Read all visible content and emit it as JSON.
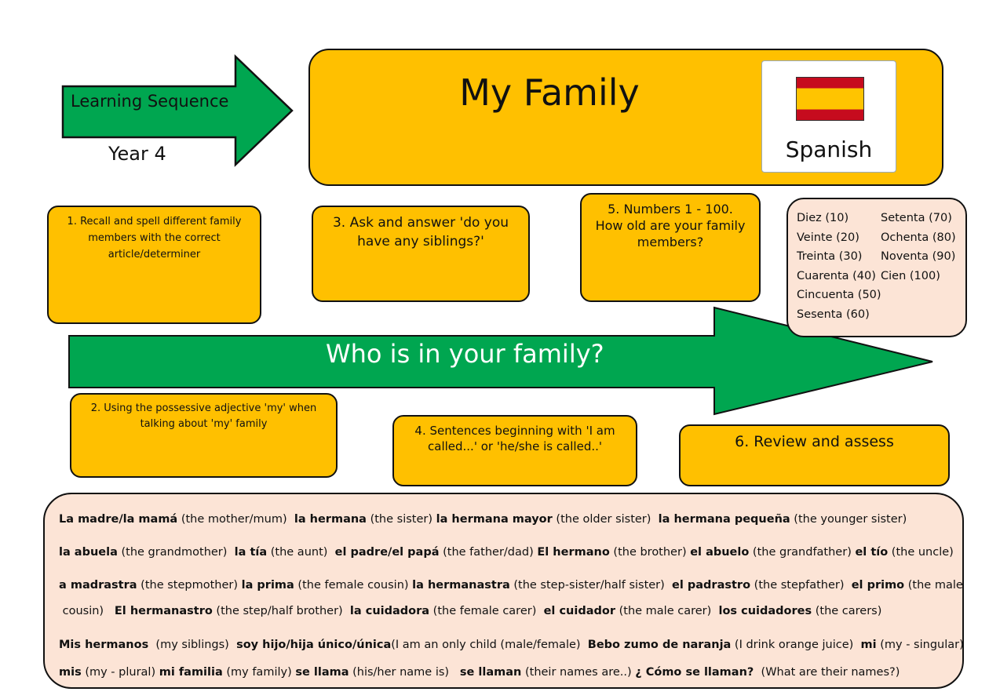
{
  "header": {
    "sequence_label": "Learning Sequence",
    "year_label": "Year 4",
    "title": "My Family",
    "language_label": "Spanish"
  },
  "colors": {
    "accent_orange": "#FFC000",
    "arrow_green": "#00A650",
    "panel_pink": "#FCE4D6"
  },
  "main_arrow_label": "Who is in your family?",
  "steps": [
    {
      "text": "1.        Recall and spell different family members with the correct article/determiner"
    },
    {
      "text": "2. Using the possessive adjective 'my' when talking about 'my' family"
    },
    {
      "text": "3. Ask and answer 'do you have any siblings?'"
    },
    {
      "text": "4. Sentences beginning with 'I am called...' or 'he/she is called..'"
    },
    {
      "text": "5. Numbers 1 - 100. How old are your family members?"
    },
    {
      "text": "6. Review and assess"
    }
  ],
  "numbers": {
    "left": [
      "Diez (10)",
      "Veinte (20)",
      "Treinta (30)",
      "Cuarenta (40)",
      "Cincuenta (50)",
      "Sesenta (60)"
    ],
    "right": [
      "Setenta (70)",
      "Ochenta (80)",
      "Noventa (90)",
      "Cien (100)"
    ]
  },
  "vocab_lines": [
    [
      [
        "La madre/la mamá",
        " (the mother/mum)  "
      ],
      [
        "la hermana",
        " (the sister) "
      ],
      [
        "la hermana mayor",
        " (the older sister)  "
      ],
      [
        "la hermana pequeña",
        " (the younger sister)"
      ]
    ],
    [
      [
        "la abuela",
        " (the grandmother)  "
      ],
      [
        "la tía",
        " (the aunt)  "
      ],
      [
        "el padre/el papá",
        " (the father/dad) "
      ],
      [
        "El hermano",
        " (the brother) "
      ],
      [
        "el abuelo",
        " (the grandfather) "
      ],
      [
        "el tío",
        " (the uncle)"
      ]
    ],
    [
      [
        "a madrastra",
        " (the stepmother) "
      ],
      [
        "la prima",
        " (the female cousin) "
      ],
      [
        "la hermanastra",
        " (the step-sister/half sister)  "
      ],
      [
        "el padrastro",
        " (the stepfather)  "
      ],
      [
        "el primo",
        " (the male"
      ]
    ],
    [
      [
        "",
        " cousin)   "
      ],
      [
        "El hermanastro",
        " (the step/half brother)  "
      ],
      [
        "la cuidadora",
        " (the female carer)  "
      ],
      [
        "el cuidador",
        " (the male carer)  "
      ],
      [
        "los cuidadores",
        " (the carers)"
      ]
    ],
    [
      [
        "Mis hermanos",
        "  (my siblings)  "
      ],
      [
        "soy hijo/hija único/única",
        "(I am an only child (male/female)  "
      ],
      [
        "Bebo zumo de naranja",
        " (I drink orange juice)  "
      ],
      [
        "mi",
        " (my - singular)"
      ]
    ],
    [
      [
        "mis",
        " (my - plural) "
      ],
      [
        "mi familia",
        " (my family) "
      ],
      [
        "se llama",
        " (his/her name is)   "
      ],
      [
        "se llaman",
        " (their names are..) "
      ],
      [
        "¿ Cómo se llaman?",
        "  (What are their names?)"
      ]
    ]
  ]
}
